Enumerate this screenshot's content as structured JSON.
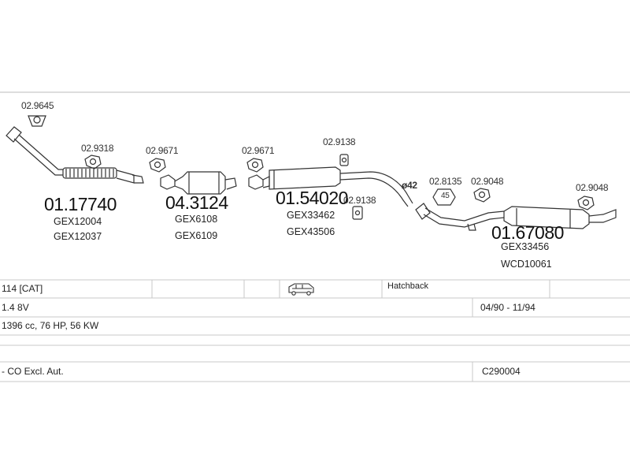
{
  "parts": {
    "gasket_top": "02.9645",
    "clamp_a": "02.9318",
    "front_pipe": "01.17740",
    "front_pipe_alt1": "GEX12004",
    "front_pipe_alt2": "GEX12037",
    "clamp_b": "02.9671",
    "catalyst": "04.3124",
    "catalyst_alt1": "GEX6108",
    "catalyst_alt2": "GEX6109",
    "clamp_c": "02.9671",
    "hanger_a": "02.9138",
    "centre_silencer": "01.54020",
    "centre_alt1": "GEX33462",
    "centre_alt2": "GEX43506",
    "hanger_b": "02.9138",
    "pipe_dia": "ø42",
    "gasket_45_code": "02.8135",
    "gasket_45_label": "45",
    "clamp_d": "02.9048",
    "clamp_e": "02.9048",
    "rear_silencer": "01.67080",
    "rear_alt1": "GEX33456",
    "rear_alt2": "WCD10061"
  },
  "table": {
    "r1c1": "114  [CAT]",
    "r1c_body": "Hatchback",
    "r2c1": "1.4  8V",
    "r2c_years": "04/90 - 11/94",
    "r3c1": "1396 cc, 76 HP, 56 KW",
    "r5c1": "- CO Excl. Aut.",
    "r5c_code": "C290004"
  }
}
